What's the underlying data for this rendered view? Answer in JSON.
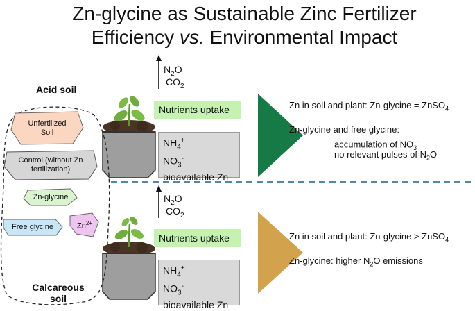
{
  "title": {
    "line1": "Zn-glycine as Sustainable Zinc Fertilizer",
    "line2_a": "Efficiency ",
    "line2_vs": "vs.",
    "line2_b": " Environmental Impact"
  },
  "acid": {
    "label": "Acid soil",
    "gas_n": "N",
    "gas_n_sub": "2",
    "gas_n_tail": "O",
    "gas_c": "CO",
    "gas_c_sub": "2",
    "uptake": "Nutrients uptake",
    "nh4": "NH",
    "nh4_sub": "4",
    "nh4_sup": "+",
    "no3": "NO",
    "no3_sub": "3",
    "no3_sup": "-",
    "zn": "bioavailable Zn",
    "result1_a": "Zn in soil and plant: Zn-glycine = ZnSO",
    "result1_sub": "4",
    "result2": "Zn-glycine and free glycine:",
    "result3_a": "accumulation of NO",
    "result3_sub": "3",
    "result3_sup": "-",
    "result4_a": "no relevant pulses of N",
    "result4_sub": "2",
    "result4_b": "O",
    "arrow_color": "#157a45"
  },
  "calc": {
    "label_line1": "Calcareous",
    "label_line2": "soil",
    "gas_n": "N",
    "gas_n_sub": "2",
    "gas_n_tail": "O",
    "gas_c": "CO",
    "gas_c_sub": "2",
    "uptake": "Nutrients uptake",
    "nh4": "NH",
    "nh4_sub": "4",
    "nh4_sup": "+",
    "no3": "NO",
    "no3_sub": "3",
    "no3_sup": "-",
    "zn": "bioavailable Zn",
    "result1_a": "Zn in soil and plant: Zn-glycine > ZnSO",
    "result1_sub": "4",
    "result2_a": "Zn-glycine: higher N",
    "result2_sub": "2",
    "result2_b": "O emissions",
    "arrow_color": "#d3a24d"
  },
  "treatments": {
    "unfertilized_line1": "Unfertilized",
    "unfertilized_line2": "Soil",
    "control_line1": "Control (without Zn",
    "control_line2": "fertilization)",
    "zn_glycine": "Zn-glycine",
    "free_glycine": "Free glycine",
    "zn2": "Zn",
    "zn2_sup": "2+"
  },
  "colors": {
    "unfertilized": "#fbd7c2",
    "control": "#d6d6d6",
    "zn_glycine": "#d9f3cf",
    "free_glycine": "#c9e6f7",
    "zn2": "#f0c4f0",
    "divider": "#1e5e84"
  }
}
